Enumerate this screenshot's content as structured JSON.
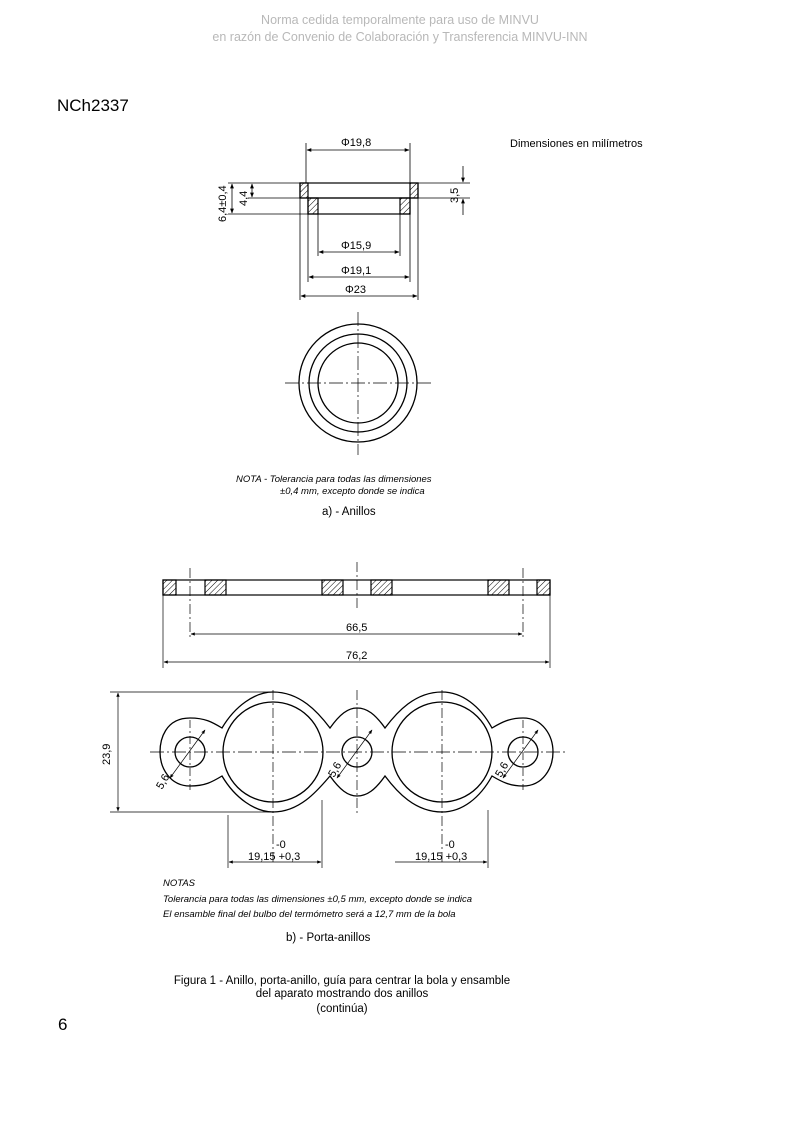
{
  "watermark": {
    "line1": "Norma cedida temporalmente para uso de MINVU",
    "line2": "en razón de Convenio de Colaboración y Transferencia MINVU-INN"
  },
  "header": {
    "code": "NCh2337"
  },
  "units_note": "Dimensiones en milímetros",
  "ring": {
    "dims": {
      "d_top": "Φ19,8",
      "d_inner": "Φ15,9",
      "d_mid": "Φ19,1",
      "d_outer": "Φ23",
      "h_total": "6,4±0,4",
      "h_upper": "4,4",
      "h_right": "3,5"
    },
    "note_line1": "NOTA - Tolerancia para todas las dimensiones",
    "note_line2": "±0,4 mm, excepto donde se indica",
    "subcaption": "a) - Anillos"
  },
  "holder": {
    "dims": {
      "inner_span": "66,5",
      "outer_span": "76,2",
      "height": "23,9",
      "hole_left": "5,6",
      "hole_center": "5,6",
      "hole_right": "5,6",
      "tol_minus_left": "-0",
      "pitch_left": "19,15 +0,3",
      "tol_minus_right": "-0",
      "pitch_right": "19,15 +0,3"
    },
    "notes_title": "NOTAS",
    "note_line1": "Tolerancia para todas las dimensiones ±0,5 mm, excepto donde se indica",
    "note_line2": "El ensamble final del bulbo del termómetro será a 12,7 mm de la bola",
    "subcaption": "b) - Porta-anillos"
  },
  "figure_caption": {
    "line1": "Figura 1 - Anillo, porta-anillo, guía para centrar la bola y ensamble",
    "line2": "del aparato mostrando dos anillos",
    "line3": "(continúa)"
  },
  "page_number": "6"
}
